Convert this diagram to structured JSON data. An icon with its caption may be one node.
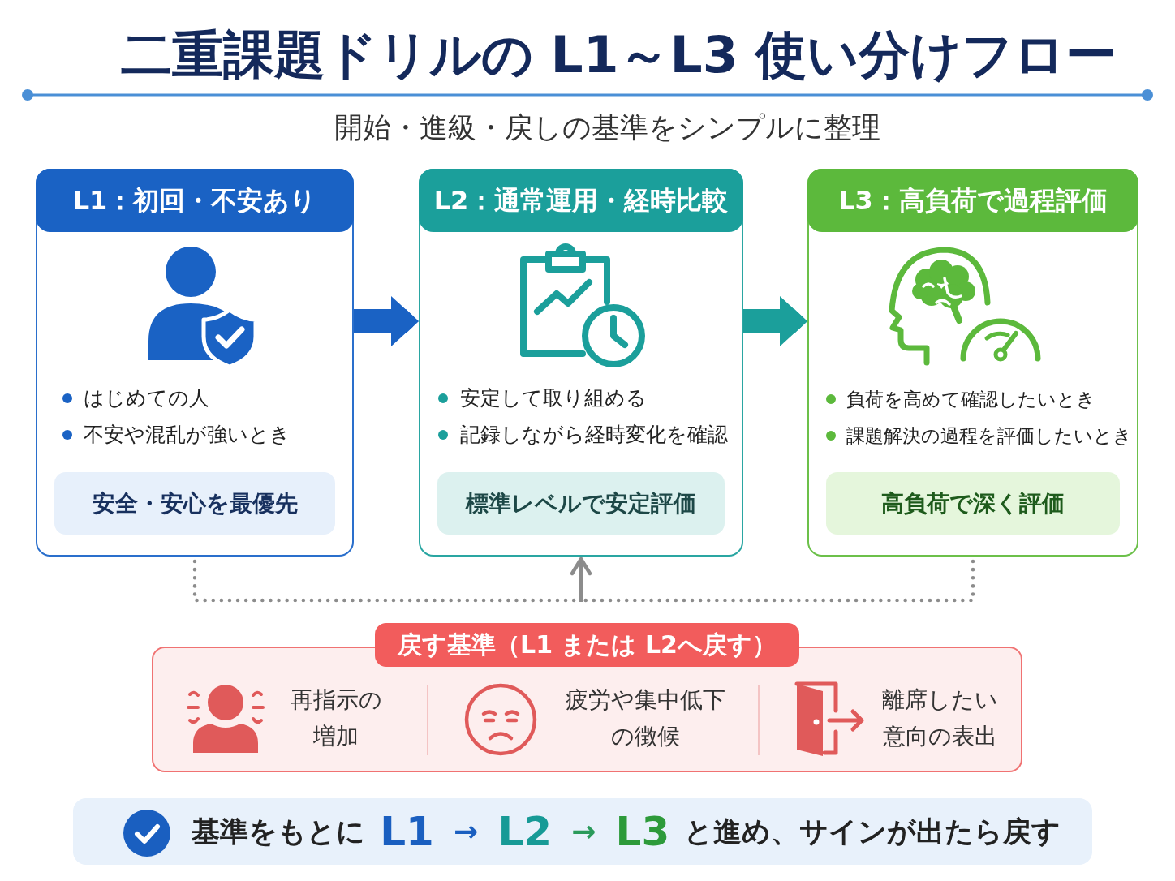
{
  "diagram": {
    "title": "二重課題ドリルの L1～L3 使い分けフロー",
    "nodes": [
      {
        "text": [
          "L1：初回・不安あり",
          "はじめての人",
          "不安や混乱が強いとき"
        ]
      },
      {
        "text": [
          "安全・安心を最優先"
        ],
        "in": 0
      },
      {
        "text": [
          "L2：通常運用・経時比較",
          "安定して取り組める",
          "記録しながら経時変化を確認"
        ]
      },
      {
        "text": [
          "標準レベルで安定評価"
        ],
        "in": 2
      },
      {
        "text": [
          "L3：高負荷で過程評価",
          "負荷を高めて確認したいとき",
          "課題解決の過程を評価したいとき"
        ]
      },
      {
        "text": [
          "高負荷で深く評価"
        ],
        "in": 4
      },
      {
        "text": [
          "戻す基準（L1 または L2へ戻す）",
          "再指示の増加",
          "疲労や集中低下の徴候",
          "離席したい意向の表出"
        ]
      },
      {
        "text": [
          "基準をもとに L1 → L2 → L3 と進め、サインが出たら戻す"
        ]
      }
    ],
    "edges": [
      {
        "from": 0,
        "to": 2,
        "arrow": "to",
        "style": "thick",
        "color": "#1a62c4"
      },
      {
        "from": 2,
        "to": 4,
        "arrow": "to",
        "style": "thick",
        "color": "#1b9f9b"
      },
      {
        "from": 0,
        "to": 2,
        "arrow": "to",
        "style": "dashed",
        "color": "#8c8c8c"
      },
      {
        "from": 4,
        "to": 2,
        "arrow": "to",
        "style": "dashed",
        "color": "#8c8c8c"
      }
    ],
    "labels": [
      "開始・進級・戻しの基準をシンプルに整理"
    ]
  }
}
